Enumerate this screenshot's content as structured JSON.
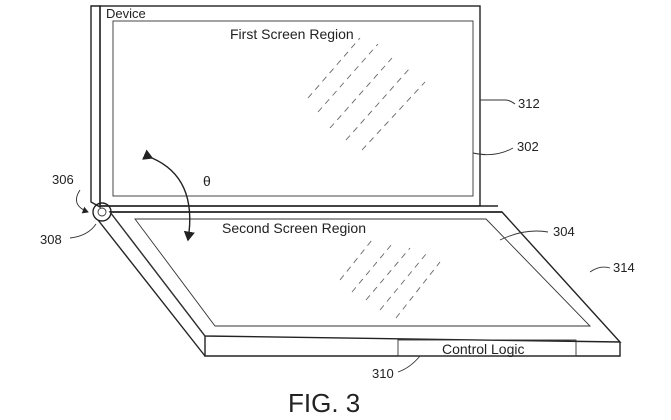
{
  "figure": {
    "title": "FIG. 3",
    "device_label": "Device",
    "first_screen_label": "First Screen Region",
    "second_screen_label": "Second Screen Region",
    "control_logic_label": "Control Logic",
    "angle_symbol": "θ",
    "refs": {
      "r302": "302",
      "r304": "304",
      "r306": "306",
      "r308": "308",
      "r310": "310",
      "r312": "312",
      "r314": "314"
    }
  }
}
